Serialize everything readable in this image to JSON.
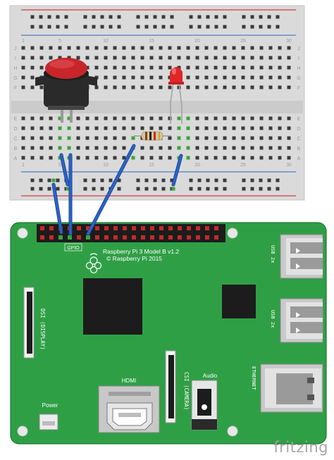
{
  "breadboard": {
    "col_numbers": [
      "1",
      "5",
      "10",
      "15",
      "20",
      "25",
      "30"
    ],
    "row_letters_top": [
      "J",
      "I",
      "H",
      "G",
      "F"
    ],
    "row_letters_bottom": [
      "E",
      "D",
      "C",
      "B",
      "A"
    ]
  },
  "pi": {
    "gpio_label": "GPIO",
    "model_line1": "Raspberry Pi 3 Model B v1.2",
    "model_line2": "© Raspberry Pi 2015",
    "hdmi_label": "HDMI",
    "audio_label": "Audio",
    "power_label": "Power",
    "dsi_label": "DSI (DISPLAY)",
    "csi_label": "CSI (CAMERA)",
    "usb1_label": "USB 2x",
    "usb2_label": "USB 2x",
    "ethernet_label": "ETHERNET"
  },
  "brand": {
    "name": "fritzing"
  },
  "colors": {
    "board_green": "#2f9f45",
    "breadboard_bg": "#d9d9d9",
    "wire_blue": "#2a63c7",
    "button_red": "#c8262a",
    "led_red": "#e0262a",
    "rail_red": "#d43c3c",
    "rail_blue": "#4a7fc8"
  }
}
